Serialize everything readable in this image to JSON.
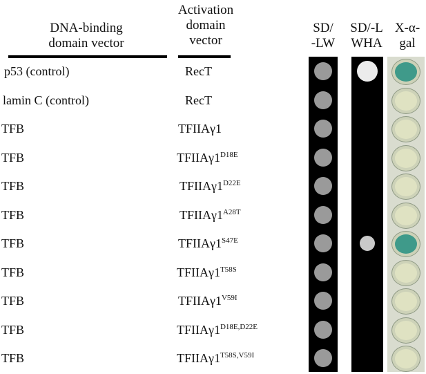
{
  "headers": {
    "binding_vector": [
      "DNA-binding",
      "domain vector"
    ],
    "activation_vector": [
      "Activation",
      "domain",
      "vector"
    ],
    "sd_lw": [
      "SD/",
      "-LW"
    ],
    "sd_lwha": [
      "SD/-L",
      "WHA"
    ],
    "x_gal": [
      "X-α-",
      "gal"
    ]
  },
  "rows": [
    {
      "binding": "p53 (control)",
      "activation": "RecT",
      "sup": "",
      "lw_growth": true,
      "wha_growth": "strong",
      "xgal": "blue"
    },
    {
      "binding": "lamin C (control)",
      "activation": "RecT",
      "sup": "",
      "lw_growth": true,
      "wha_growth": "none",
      "xgal": "pale"
    },
    {
      "binding": "TFB",
      "activation": "TFIIAγ1",
      "sup": "",
      "lw_growth": true,
      "wha_growth": "none",
      "xgal": "pale"
    },
    {
      "binding": "TFB",
      "activation": "TFIIAγ1",
      "sup": "D18E",
      "lw_growth": true,
      "wha_growth": "none",
      "xgal": "pale"
    },
    {
      "binding": "TFB",
      "activation": "TFIIAγ1",
      "sup": "D22E",
      "lw_growth": true,
      "wha_growth": "none",
      "xgal": "pale"
    },
    {
      "binding": "TFB",
      "activation": "TFIIAγ1",
      "sup": "A28T",
      "lw_growth": true,
      "wha_growth": "none",
      "xgal": "pale"
    },
    {
      "binding": "TFB",
      "activation": "TFIIAγ1",
      "sup": "S47E",
      "lw_growth": true,
      "wha_growth": "partial",
      "xgal": "blue"
    },
    {
      "binding": "TFB",
      "activation": "TFIIAγ1",
      "sup": "T58S",
      "lw_growth": true,
      "wha_growth": "none",
      "xgal": "pale"
    },
    {
      "binding": "TFB",
      "activation": "TFIIAγ1",
      "sup": "V59I",
      "lw_growth": true,
      "wha_growth": "none",
      "xgal": "pale"
    },
    {
      "binding": "TFB",
      "activation": "TFIIAγ1",
      "sup": "D18E,D22E",
      "lw_growth": true,
      "wha_growth": "none",
      "xgal": "pale"
    },
    {
      "binding": "TFB",
      "activation": "TFIIAγ1",
      "sup": "T58S,V59I",
      "lw_growth": true,
      "wha_growth": "none",
      "xgal": "pale"
    }
  ],
  "colors": {
    "strip_black": "#000000",
    "colony_gray": "#9a9a9a",
    "growth_white": "#ececec",
    "xgal_blue": "#3f9a8a",
    "xgal_pale": "#dfe2c2"
  }
}
